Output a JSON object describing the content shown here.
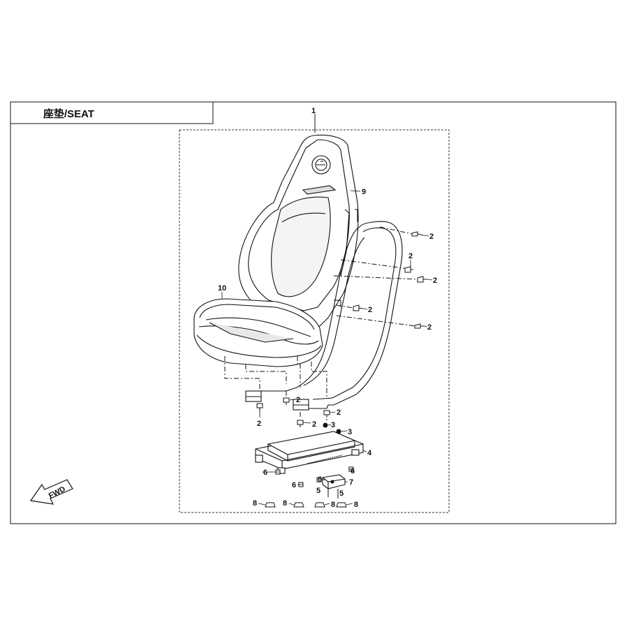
{
  "title": "座垫/SEAT",
  "fwd_label": "FWD",
  "callouts": [
    {
      "id": "c1",
      "label": "1"
    },
    {
      "id": "c9",
      "label": "9"
    },
    {
      "id": "c10",
      "label": "10"
    },
    {
      "id": "c2a",
      "label": "2"
    },
    {
      "id": "c2b",
      "label": "2"
    },
    {
      "id": "c2c",
      "label": "2"
    },
    {
      "id": "c2d",
      "label": "2"
    },
    {
      "id": "c2e",
      "label": "2"
    },
    {
      "id": "c2f",
      "label": "2"
    },
    {
      "id": "c2g",
      "label": "2"
    },
    {
      "id": "c2h",
      "label": "2"
    },
    {
      "id": "c2i",
      "label": "2"
    },
    {
      "id": "c3a",
      "label": "3"
    },
    {
      "id": "c3b",
      "label": "3"
    },
    {
      "id": "c4",
      "label": "4"
    },
    {
      "id": "c5a",
      "label": "5"
    },
    {
      "id": "c5b",
      "label": "5"
    },
    {
      "id": "c6a",
      "label": "6"
    },
    {
      "id": "c6b",
      "label": "6"
    },
    {
      "id": "c6c",
      "label": "6"
    },
    {
      "id": "c6d",
      "label": "6"
    },
    {
      "id": "c7",
      "label": "7"
    },
    {
      "id": "c8a",
      "label": "8"
    },
    {
      "id": "c8b",
      "label": "8"
    },
    {
      "id": "c8c",
      "label": "8"
    },
    {
      "id": "c8d",
      "label": "8"
    }
  ]
}
